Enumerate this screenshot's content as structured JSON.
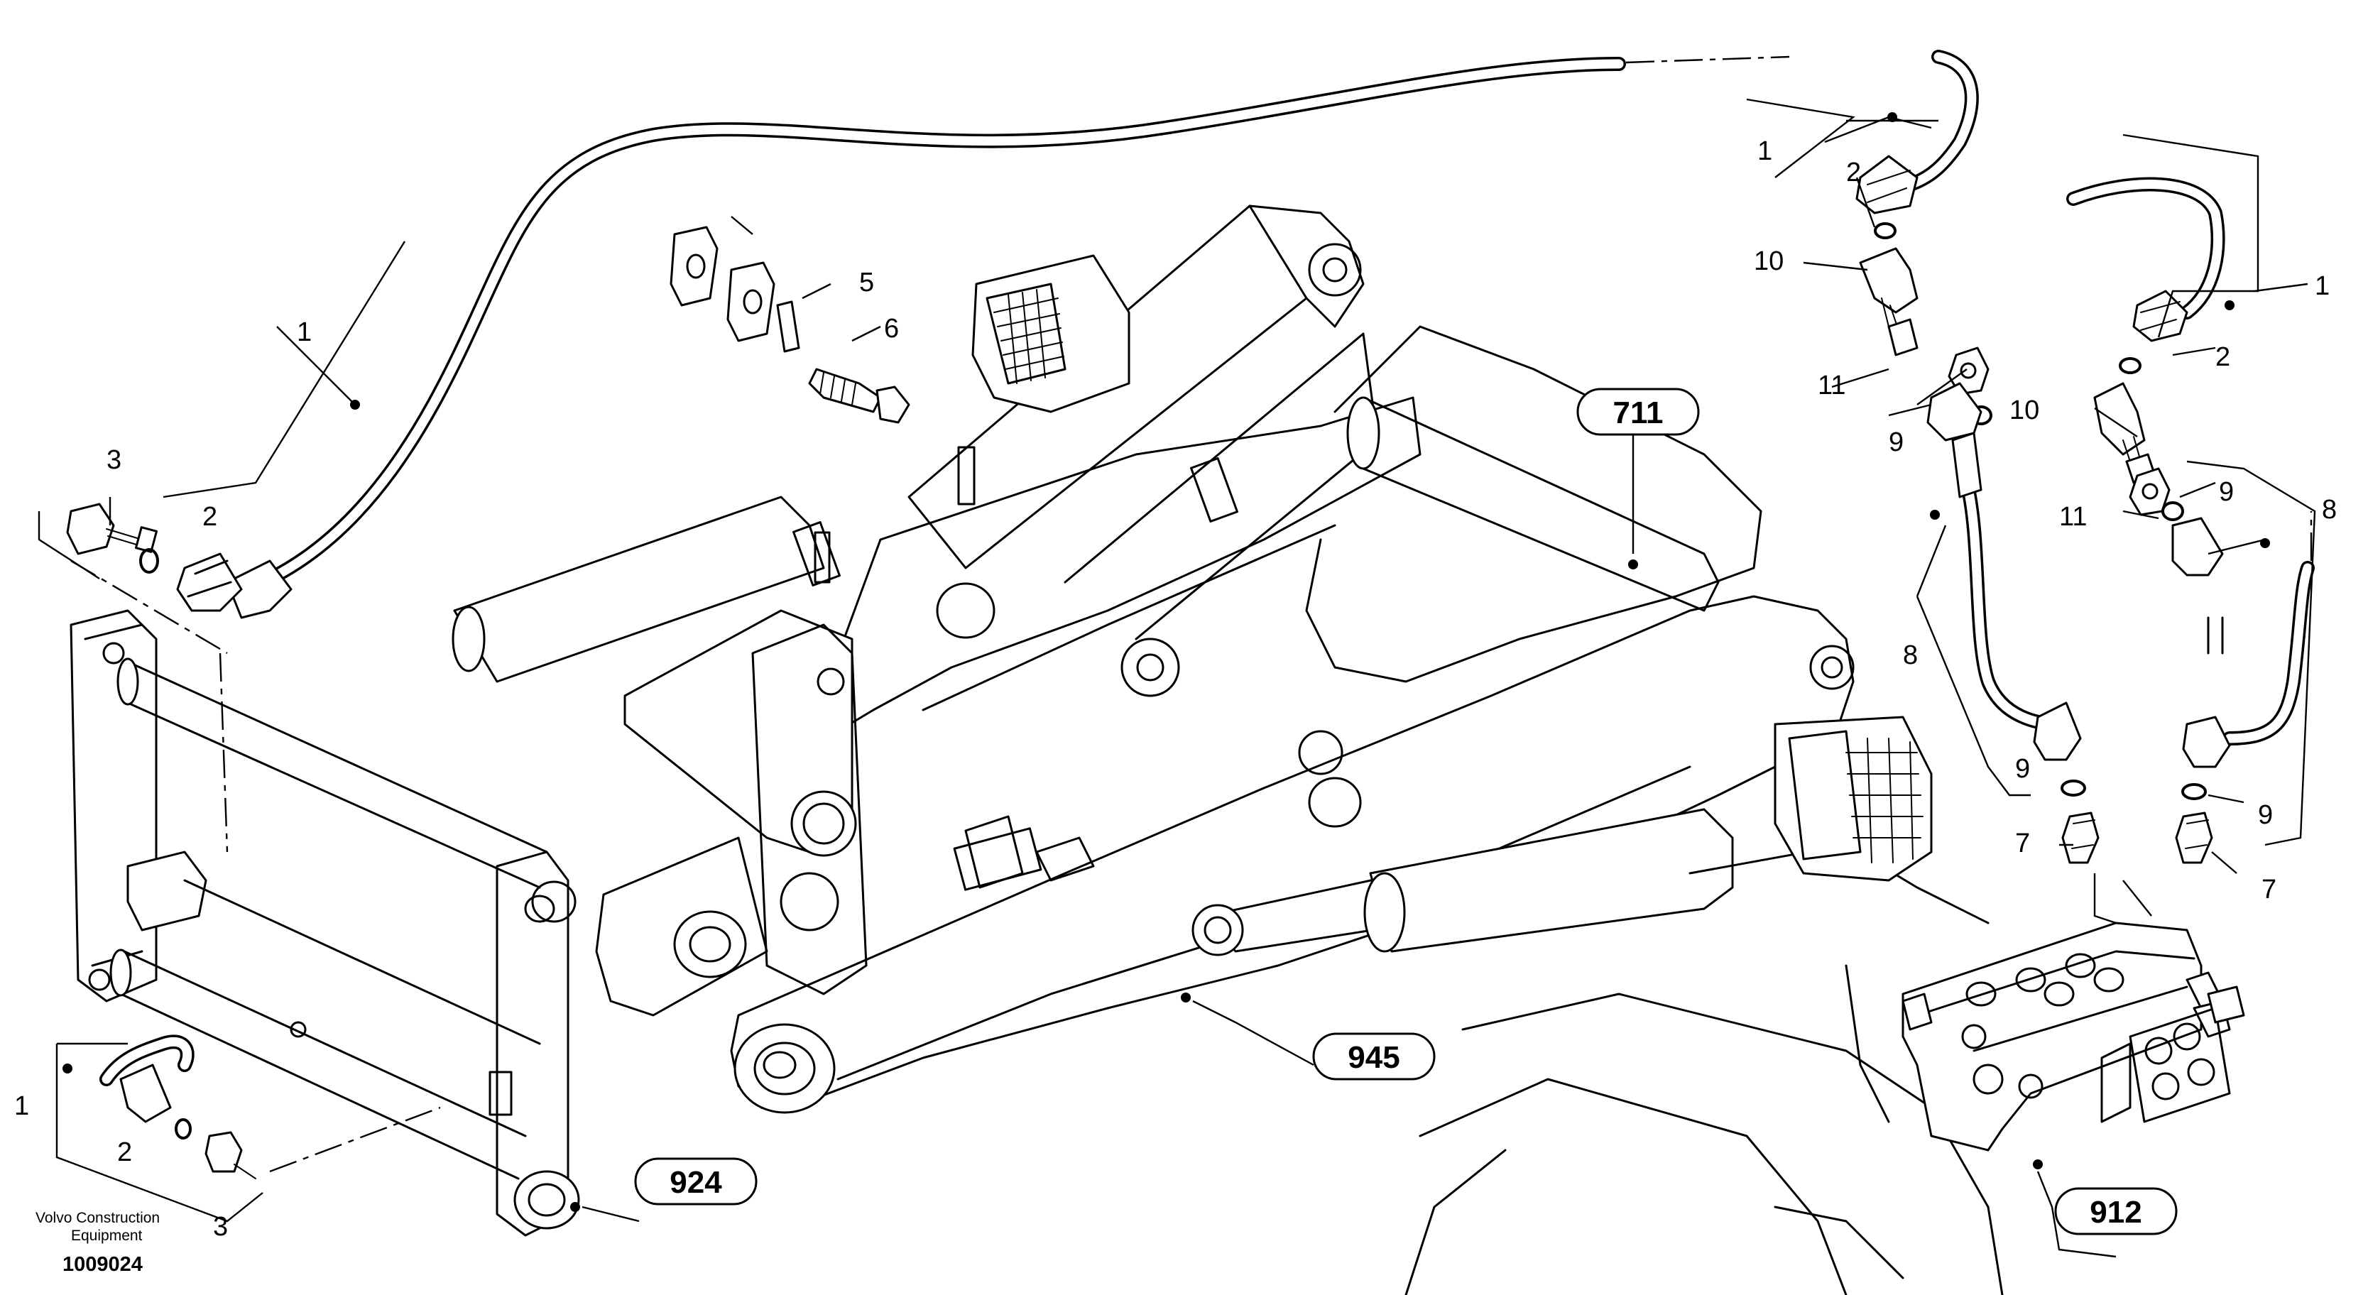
{
  "diagram": {
    "part_labels": [
      "1",
      "2",
      "3",
      "5",
      "6",
      "7",
      "8",
      "9",
      "10",
      "11"
    ],
    "callouts": {
      "c711": "711",
      "c945": "945",
      "c924": "924",
      "c912": "912"
    },
    "footer": {
      "brand_line1": "Volvo Construction",
      "brand_line2": "Equipment",
      "drawing_id": "1009024"
    }
  }
}
